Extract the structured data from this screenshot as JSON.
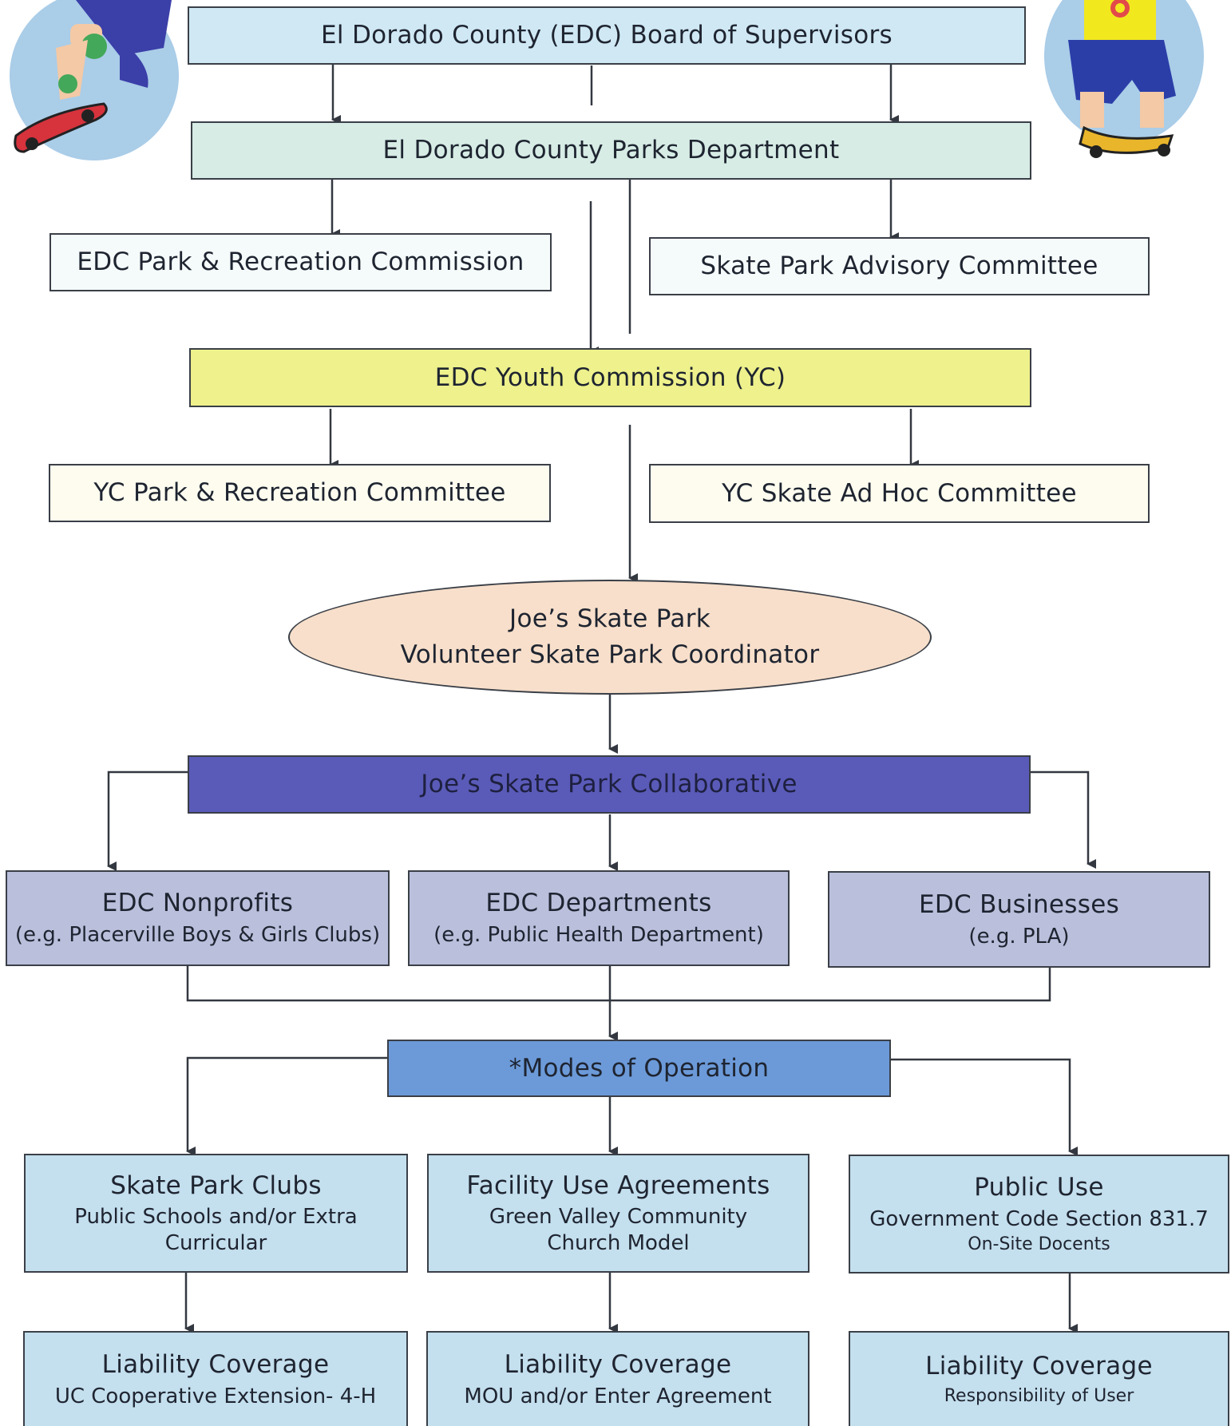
{
  "colors": {
    "board": "#cfe8f4",
    "parks": "#d6ece5",
    "commission": "#f5fbfa",
    "youth": "#eef18c",
    "yc_sub": "#fdfcef",
    "coordinator": "#f7dfcb",
    "collaborative": "#5a5bb8",
    "collab_members": "#babfdc",
    "modes": "#6c9ad9",
    "operations": "#c4dfee",
    "lines": "#333840"
  },
  "nodes": {
    "board": {
      "label": "El Dorado County (EDC) Board of Supervisors"
    },
    "parks": {
      "label": "El Dorado County Parks Department"
    },
    "park_rec_commission": {
      "label": "EDC Park & Recreation Commission"
    },
    "skate_advisory": {
      "label": "Skate Park Advisory Committee"
    },
    "youth_commission": {
      "label": "EDC Youth Commission (YC)"
    },
    "yc_park_rec": {
      "label": "YC Park & Recreation Committee"
    },
    "yc_skate_adhoc": {
      "label": "YC Skate Ad Hoc Committee"
    },
    "coordinator": {
      "line1": "Joe’s Skate Park",
      "line2": "Volunteer Skate Park Coordinator"
    },
    "collaborative": {
      "label": "Joe’s Skate Park Collaborative"
    },
    "nonprofits": {
      "title": "EDC Nonprofits",
      "sub": "(e.g. Placerville Boys & Girls Clubs)"
    },
    "departments": {
      "title": "EDC Departments",
      "sub": "(e.g.  Public Health Department)"
    },
    "businesses": {
      "title": "EDC Businesses",
      "sub": "(e.g. PLA)"
    },
    "modes": {
      "label": "*Modes of Operation"
    },
    "clubs": {
      "title": "Skate Park Clubs",
      "sub": "Public Schools and/or Extra Curricular"
    },
    "facility": {
      "title": "Facility Use Agreements",
      "sub": "Green Valley Community Church Model"
    },
    "public_use": {
      "title": "Public Use",
      "sub": "Government Code Section 831.7",
      "note": "On-Site Docents"
    },
    "liab_clubs": {
      "title": "Liability Coverage",
      "sub": "UC Cooperative Extension- 4-H"
    },
    "liab_facility": {
      "title": "Liability Coverage",
      "sub": "MOU and/or Enter Agreement"
    },
    "liab_public": {
      "title": "Liability Coverage",
      "sub": "Responsibility of User"
    }
  }
}
